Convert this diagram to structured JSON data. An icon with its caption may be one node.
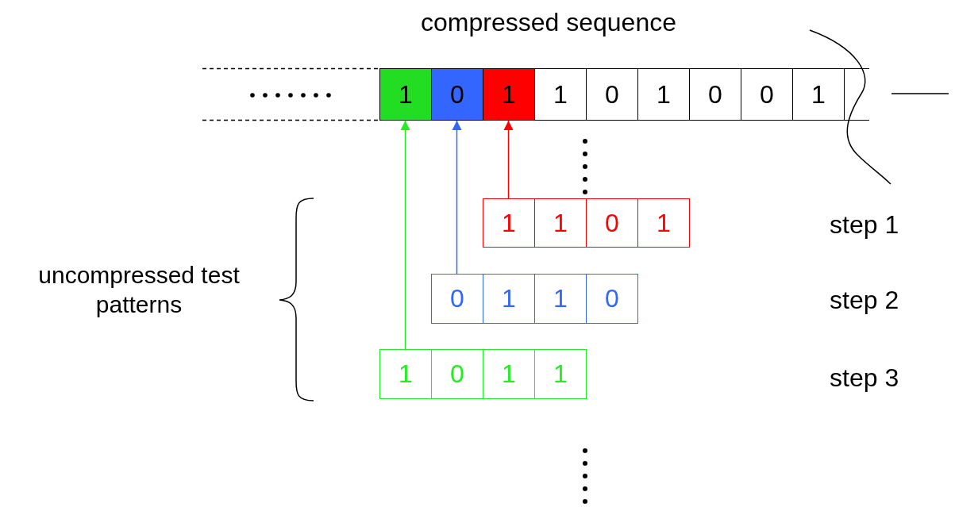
{
  "diagram": {
    "nodes": [
      {
        "text": [
          "1"
        ]
      },
      {
        "text": [
          "0"
        ]
      },
      {
        "text": [
          "1"
        ]
      },
      {
        "text": [
          "1"
        ]
      },
      {
        "text": [
          "0"
        ]
      },
      {
        "text": [
          "1"
        ]
      },
      {
        "text": [
          "0"
        ]
      },
      {
        "text": [
          "0"
        ]
      },
      {
        "text": [
          "1"
        ]
      },
      {
        "text": [],
        "shape": "box"
      },
      {
        "text": [
          "1"
        ]
      },
      {
        "text": [
          "1"
        ]
      },
      {
        "text": [
          "0"
        ]
      },
      {
        "text": [
          "1"
        ]
      },
      {
        "text": [
          "0"
        ]
      },
      {
        "text": [
          "1"
        ]
      },
      {
        "text": [
          "1"
        ]
      },
      {
        "text": [
          "0"
        ]
      },
      {
        "text": [
          "1"
        ]
      },
      {
        "text": [
          "0"
        ]
      },
      {
        "text": [
          "1"
        ]
      },
      {
        "text": [
          "1"
        ]
      }
    ],
    "edges": [
      {
        "from": 10,
        "to": 2,
        "arrow": "to",
        "color": "#ff0000"
      },
      {
        "from": 14,
        "to": 1,
        "arrow": "to",
        "color": "#3366ff"
      },
      {
        "from": 18,
        "to": 0,
        "arrow": "to",
        "color": "#22ee22"
      }
    ],
    "labels": [
      "compressed sequence",
      "step 1",
      "uncompressed test patterns",
      "step 2",
      "step 3"
    ]
  }
}
